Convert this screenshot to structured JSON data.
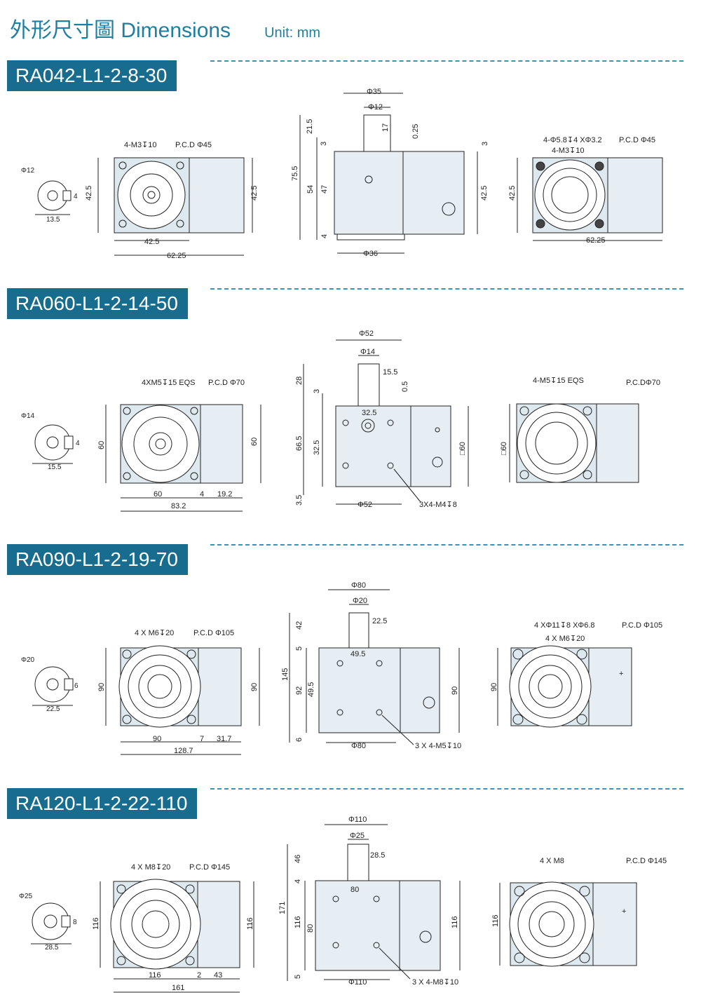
{
  "header": {
    "title": "外形尺寸圖 Dimensions",
    "unit": "Unit: mm"
  },
  "sections": [
    {
      "model": "RA042-L1-2-8-30",
      "shaft": {
        "dia": "Φ12",
        "len": "13.5",
        "key": "4"
      },
      "front": {
        "callout": "4-M3↧10",
        "pcd": "P.C.D Φ45",
        "h": "42.5",
        "h2": "42.5",
        "w1": "42.5",
        "wtotal": "62.25"
      },
      "side": {
        "top": "Φ35",
        "shaft": "Φ12",
        "key": "17",
        "d1": "21.5",
        "d2": "3",
        "d3": "0.25",
        "d4": "3",
        "total": "75.5",
        "body": "54",
        "inner": "47",
        "base": "4",
        "bottom": "Φ36",
        "right": "42.5"
      },
      "rear": {
        "callout1": "4-Φ5.8↧4 XΦ3.2",
        "callout2": "4-M3↧10",
        "pcd": "P.C.D Φ45",
        "h": "42.5",
        "w": "62.25"
      }
    },
    {
      "model": "RA060-L1-2-14-50",
      "shaft": {
        "dia": "Φ14",
        "len": "15.5",
        "key": "4"
      },
      "front": {
        "callout": "4XM5↧15 EQS",
        "pcd": "P.C.D Φ70",
        "h": "60",
        "h2": "60",
        "w1": "60",
        "w2": "4",
        "w3": "19.2",
        "wtotal": "83.2"
      },
      "side": {
        "top": "Φ52",
        "shaft": "Φ14",
        "key": "15.5",
        "d1": "28",
        "d2": "3",
        "d3": "0.5",
        "total": "66.5",
        "inner": "32.5",
        "span": "32.5",
        "base": "3.5",
        "bottom": "Φ52",
        "right": "□60",
        "holes": "3X4-M4↧8"
      },
      "rear": {
        "callout1": "4-M5↧15 EQS",
        "pcd": "P.C.DΦ70",
        "h": "□60"
      }
    },
    {
      "model": "RA090-L1-2-19-70",
      "shaft": {
        "dia": "Φ20",
        "len": "22.5",
        "key": "6"
      },
      "front": {
        "callout": "4 X M6↧20",
        "pcd": "P.C.D Φ105",
        "h": "90",
        "h2": "90",
        "w1": "90",
        "w2": "7",
        "w3": "31.7",
        "wtotal": "128.7"
      },
      "side": {
        "top": "Φ80",
        "shaft": "Φ20",
        "key": "22.5",
        "d1": "42",
        "d2": "5",
        "total": "145",
        "body": "92",
        "inner": "49.5",
        "span": "49.5",
        "base": "6",
        "bottom": "Φ80",
        "right": "90",
        "holes": "3 X 4-M5↧10"
      },
      "rear": {
        "callout1": "4 XΦ11↧8 XΦ6.8",
        "callout2": "4 X M6↧20",
        "pcd": "P.C.D Φ105",
        "h": "90"
      }
    },
    {
      "model": "RA120-L1-2-22-110",
      "shaft": {
        "dia": "Φ25",
        "len": "28.5",
        "key": "8"
      },
      "front": {
        "callout": "4 X M8↧20",
        "pcd": "P.C.D Φ145",
        "h": "116",
        "h2": "116",
        "w1": "116",
        "w2": "2",
        "w3": "43",
        "wtotal": "161"
      },
      "side": {
        "top": "Φ110",
        "shaft": "Φ25",
        "key": "28.5",
        "d1": "46",
        "d2": "4",
        "total": "171",
        "body": "116",
        "inner": "80",
        "span": "80",
        "base": "5",
        "bottom": "Φ110",
        "right": "116",
        "holes": "3 X 4-M8↧10"
      },
      "rear": {
        "callout1": "4 X M8",
        "pcd": "P.C.D Φ145",
        "h": "116"
      }
    }
  ]
}
